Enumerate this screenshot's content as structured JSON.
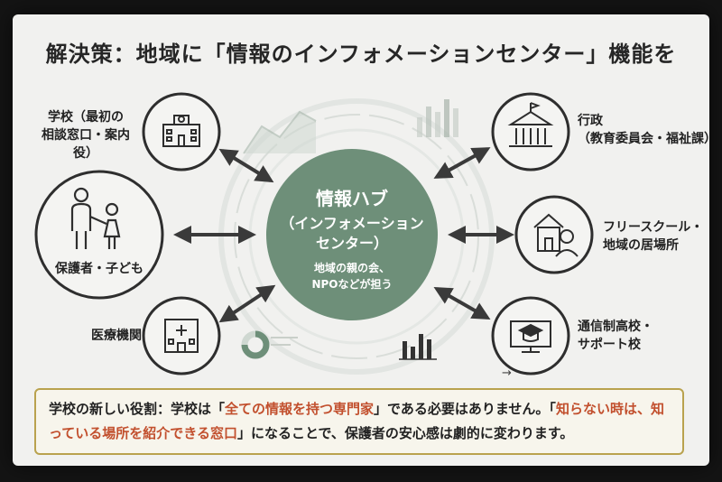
{
  "title": "解決策：地域に「情報のインフォメーションセンター」機能を",
  "hub": {
    "title": "情報ハブ",
    "subtitle_line1": "（インフォメーション",
    "subtitle_line2": "センター）",
    "desc_line1": "地域の親の会、",
    "desc_line2": "NPOなどが担う"
  },
  "nodes": {
    "school": {
      "line1": "学校（最初の",
      "line2": "相談窓口・案内役）",
      "icon": "school-building-icon"
    },
    "guardians": {
      "line1": "保護者・子ども",
      "icon": "parent-child-icon"
    },
    "medical": {
      "line1": "医療機関",
      "icon": "hospital-icon"
    },
    "government": {
      "line1": "行政",
      "line2": "（教育委員会・福祉課）",
      "icon": "government-building-icon"
    },
    "freeschool": {
      "line1": "フリースクール・",
      "line2": "地域の居場所",
      "icon": "house-person-icon"
    },
    "correspondence": {
      "line1": "通信制高校・",
      "line2": "サポート校",
      "icon": "graduation-computer-icon"
    }
  },
  "note": {
    "part1": "学校の新しい役割：学校は「",
    "highlight1": "全ての情報を持つ専門家",
    "part2": "」である必要はありません。「",
    "highlight2": "知らない時は、知っている場所を紹介できる窓口",
    "part3": "」になることで、保護者の安心感は劇的に変わります。"
  },
  "colors": {
    "hub": "#6e8f79",
    "ring": "#dfe3df",
    "text": "#222222",
    "highlight": "#c2502e",
    "note_border": "#b9a24e"
  }
}
